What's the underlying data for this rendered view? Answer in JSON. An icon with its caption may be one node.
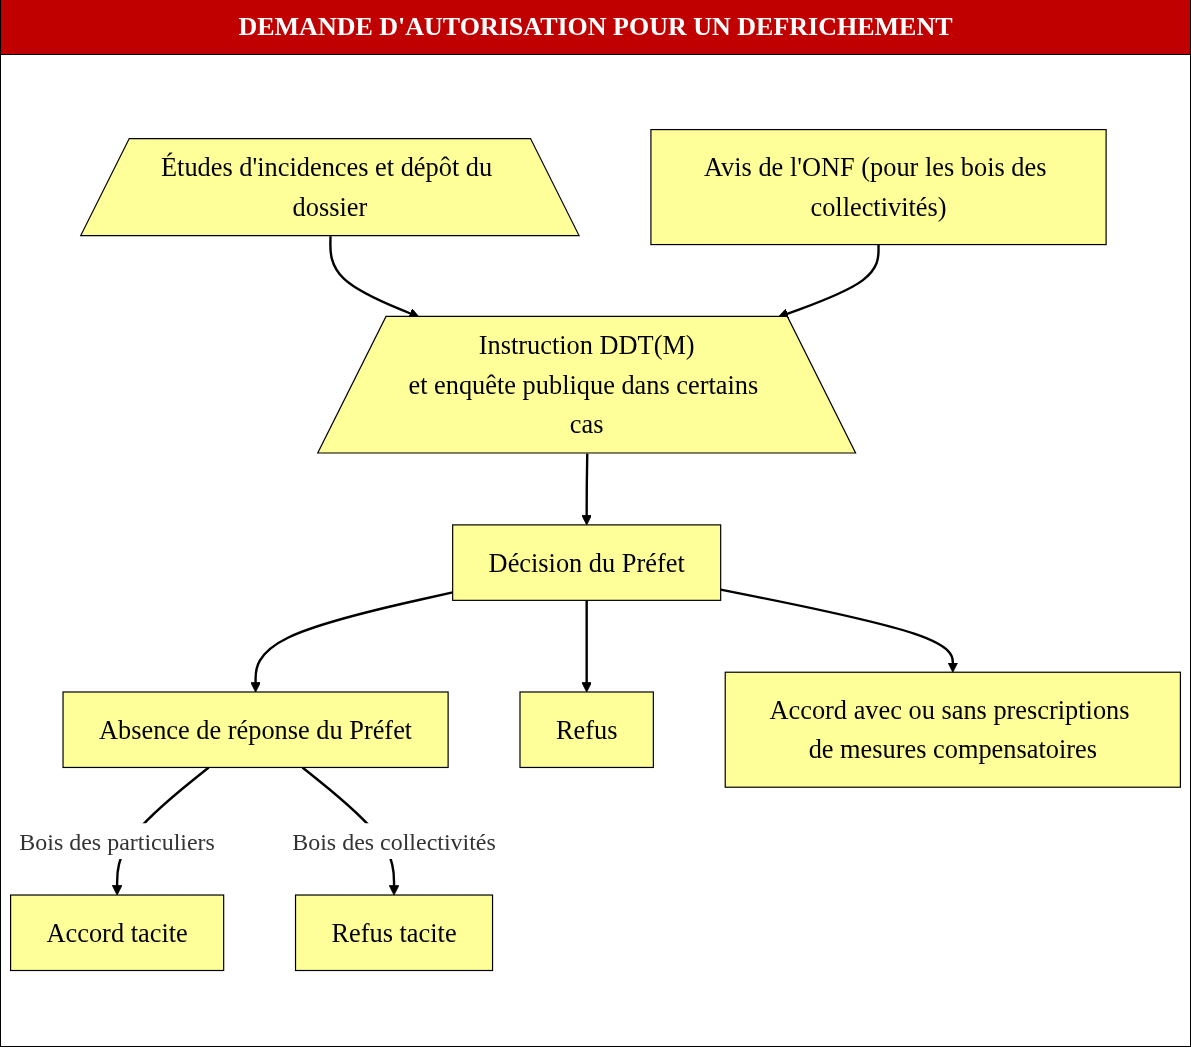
{
  "diagram": {
    "title": "DEMANDE D'AUTORISATION POUR UN DEFRICHEMENT",
    "nodes": [
      {
        "text": [
          "Études d'incidences et dépôt du dossier"
        ]
      },
      {
        "text": [
          "Avis de l'ONF (pour les bois des collectivités)"
        ]
      },
      {
        "text": [
          "Instruction DDT(M)",
          "et enquête publique dans certains cas"
        ]
      },
      {
        "text": [
          "Décision du Préfet"
        ]
      },
      {
        "text": [
          "Absence de réponse du Préfet"
        ]
      },
      {
        "text": [
          "Refus"
        ]
      },
      {
        "text": [
          "Accord avec ou sans prescriptions de mesures compensatoires"
        ]
      },
      {
        "text": [
          "Accord tacite"
        ]
      },
      {
        "text": [
          "Refus tacite"
        ]
      }
    ],
    "edges": [
      {
        "from": 0,
        "to": 2,
        "arrow": "to"
      },
      {
        "from": 1,
        "to": 2,
        "arrow": "to"
      },
      {
        "from": 2,
        "to": 3,
        "arrow": "to"
      },
      {
        "from": 3,
        "to": 4,
        "arrow": "to"
      },
      {
        "from": 3,
        "to": 5,
        "arrow": "to"
      },
      {
        "from": 3,
        "to": 6,
        "arrow": "to"
      },
      {
        "from": 4,
        "to": 7,
        "label": "Bois des particuliers",
        "arrow": "to"
      },
      {
        "from": 4,
        "to": 8,
        "label": "Bois des collectivités",
        "arrow": "to"
      }
    ]
  }
}
